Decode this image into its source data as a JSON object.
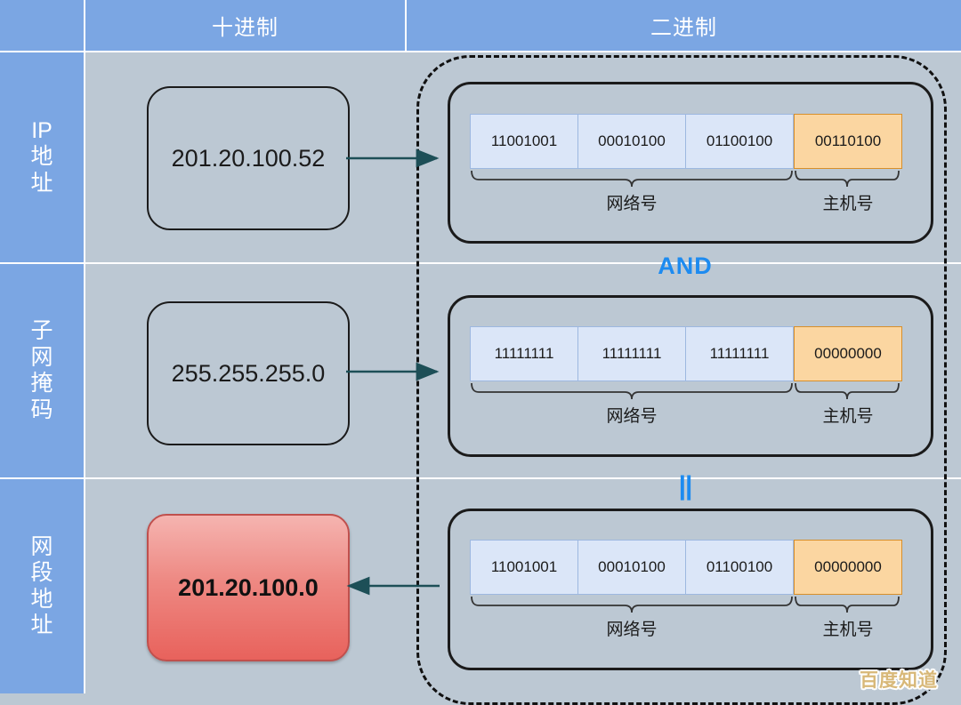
{
  "header": {
    "corner_label": "",
    "decimal_label": "十进制",
    "binary_label": "二进制"
  },
  "colors": {
    "header_blue": "#7ba6e3",
    "body_gray": "#bcc8d3",
    "network_cell": "#dbe6f8",
    "host_cell": "#fbd6a1",
    "arrow": "#1d4f57",
    "operator_blue": "#1d8bf0",
    "result_red": "#e8625c",
    "watermark": "#d8b878"
  },
  "rows": [
    {
      "label": "IP地址",
      "decimal": "201.20.100.52",
      "binary": {
        "network_octets": [
          "11001001",
          "00010100",
          "01100100"
        ],
        "host_octet": "00110100",
        "network_label": "网络号",
        "host_label": "主机号"
      }
    },
    {
      "label": "子网掩码",
      "decimal": "255.255.255.0",
      "binary": {
        "network_octets": [
          "11111111",
          "11111111",
          "11111111"
        ],
        "host_octet": "00000000",
        "network_label": "网络号",
        "host_label": "主机号"
      }
    },
    {
      "label": "网段地址",
      "decimal": "201.20.100.0",
      "binary": {
        "network_octets": [
          "11001001",
          "00010100",
          "01100100"
        ],
        "host_octet": "00000000",
        "network_label": "网络号",
        "host_label": "主机号"
      }
    }
  ],
  "operators": {
    "and": "AND",
    "equals": "||"
  },
  "watermark": "百度知道"
}
